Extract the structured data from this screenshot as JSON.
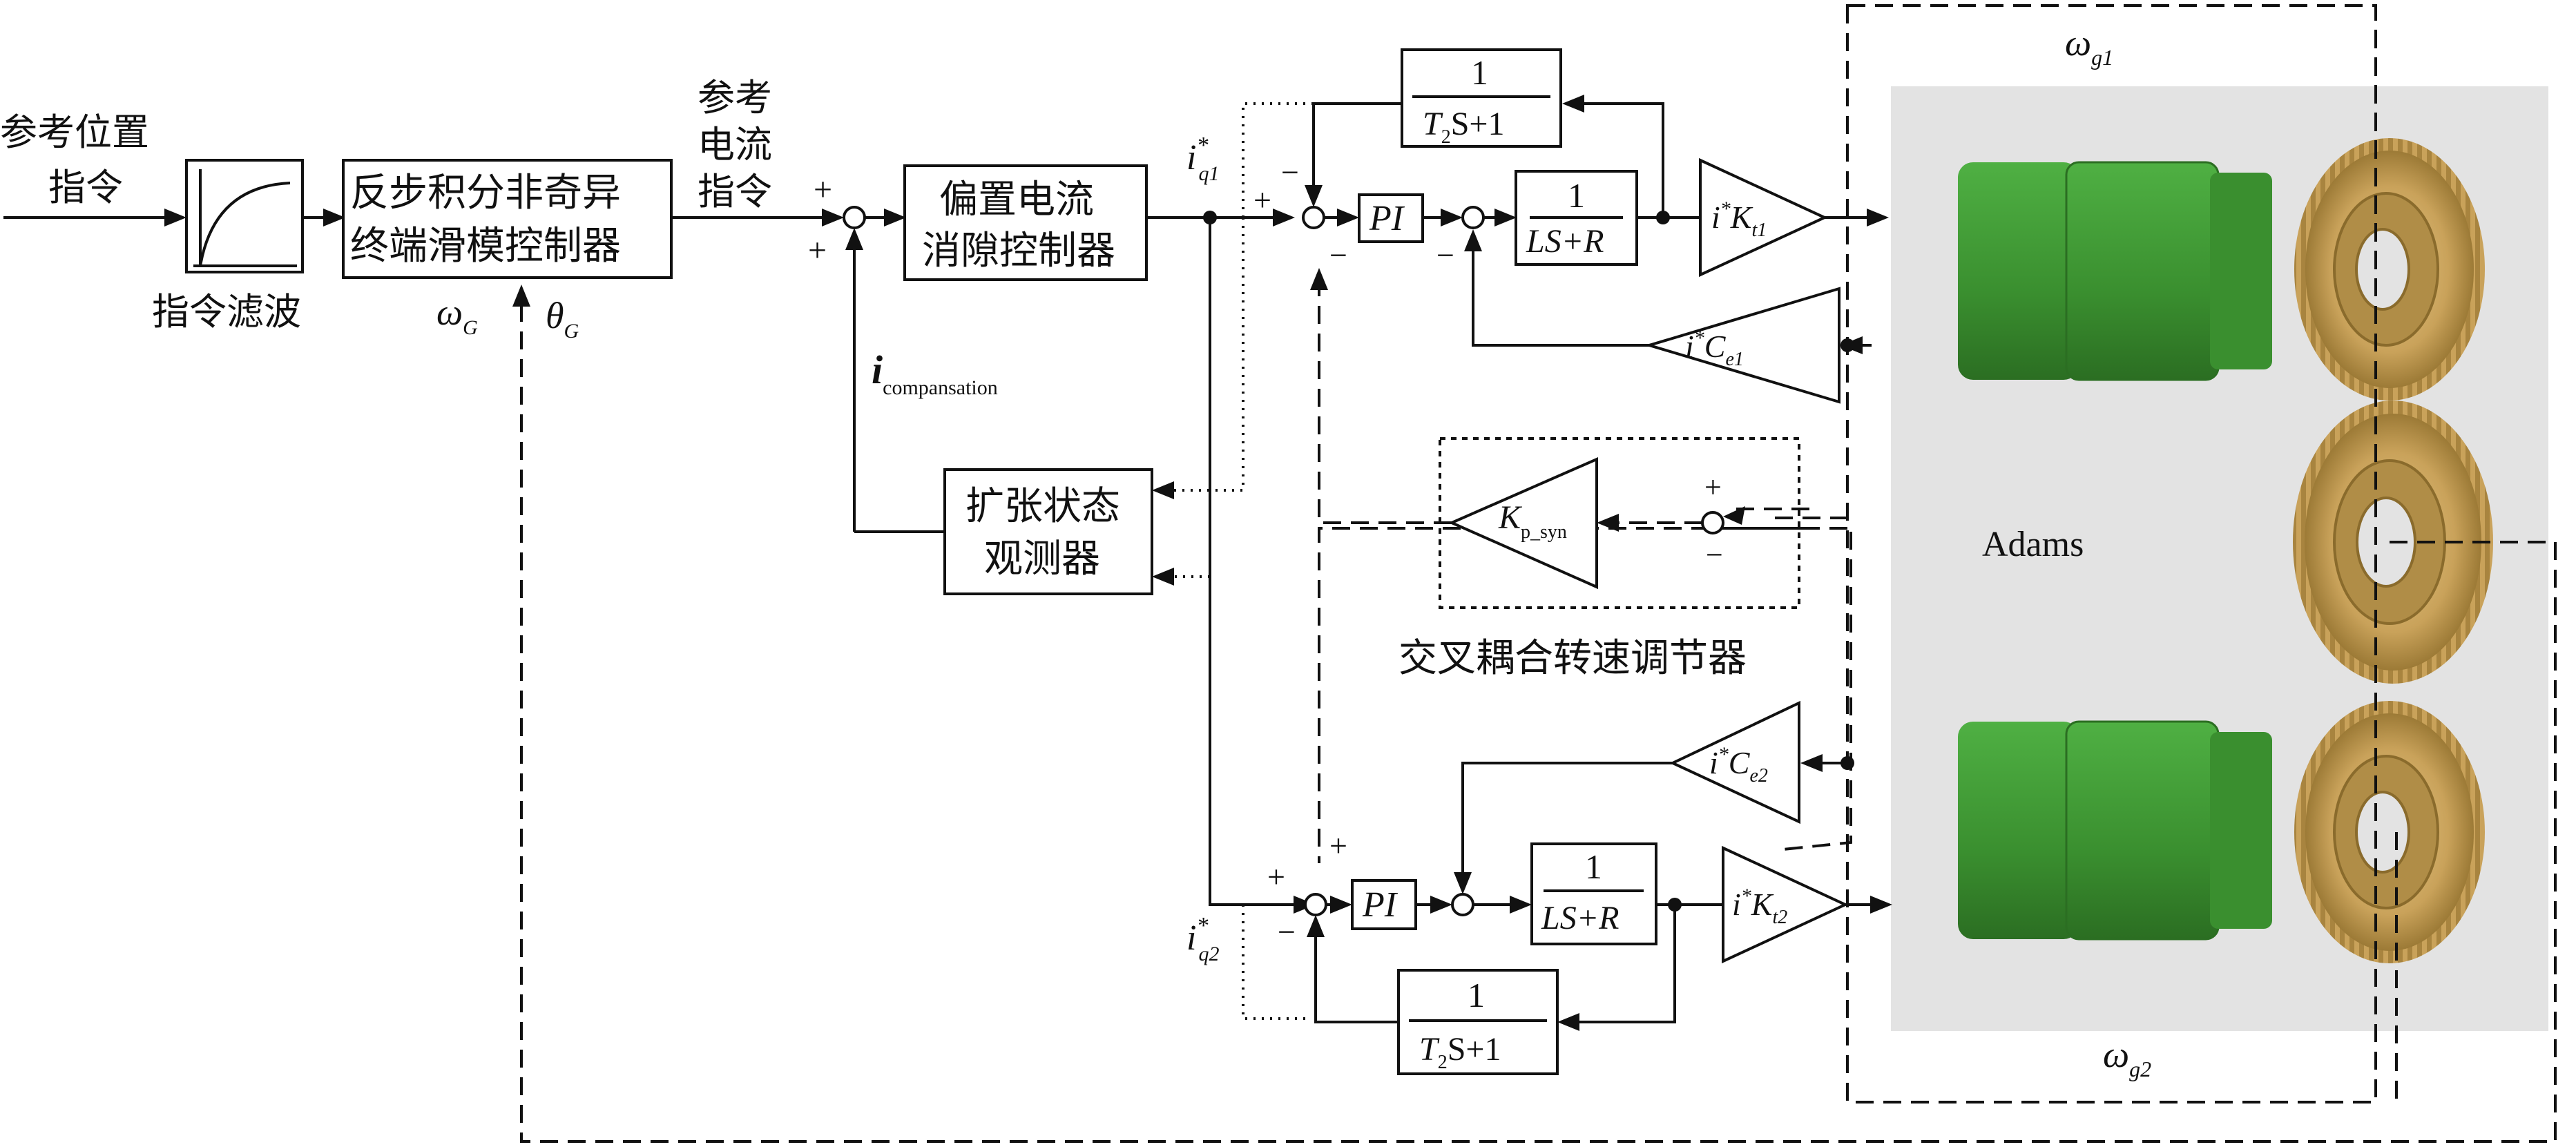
{
  "blocks": {
    "ref_position": "参考位置",
    "ref_position_2": "指令",
    "cmd_filter": "指令滤波",
    "controller_1": "反步积分非奇异",
    "controller_2": "终端滑模控制器",
    "ref_current_1": "参考",
    "ref_current_2": "电流",
    "ref_current_3": "指令",
    "bias_1": "偏置电流",
    "bias_2": "消隙控制器",
    "eso_1": "扩张状态",
    "eso_2": "观测器",
    "cross_coupling": "交叉耦合转速调节器",
    "pi": "PI",
    "tf_num": "1",
    "t2s_den": "T",
    "t2s_sub": "2",
    "t2s_rest": "S+1",
    "ls_r_1": "LS+R",
    "ls_r_2": "LS+R",
    "adams": "Adams"
  },
  "symbols": {
    "omega": "ω",
    "theta": "θ",
    "G": "G",
    "g1": "g1",
    "g2": "g2",
    "i_comp_i": "i",
    "i_comp_sub": "compansation",
    "iq": "i",
    "star": "*",
    "q1": "q1",
    "q2": "q2",
    "Kt": "K",
    "t1": "t1",
    "t2": "t2",
    "Ce": "C",
    "e1": "e1",
    "e2": "e2",
    "Kp": "K",
    "p_syn": "p_syn",
    "i_prefix": "i"
  },
  "signs": {
    "plus": "+",
    "minus": "−"
  },
  "colors": {
    "motor_green": "#3f9a34",
    "gear_gold": "#c9a25a",
    "adams_bg": "#e3e3e3"
  }
}
